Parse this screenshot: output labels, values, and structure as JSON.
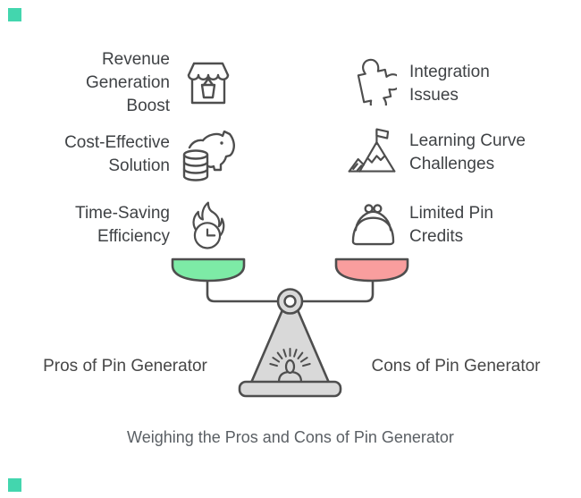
{
  "title": "Weighing the Pros and Cons of Pin Generator",
  "scale": {
    "left_label": "Pros of Pin Generator",
    "right_label": "Cons of Pin Generator",
    "left_pan_color": "#7DEBA6",
    "right_pan_color": "#F99E9E",
    "body_fill": "#D9D9D9",
    "outline": "#4E4E4E"
  },
  "pros": [
    {
      "label": "Revenue Generation Boost",
      "lines": [
        "Revenue",
        "Generation",
        "Boost"
      ],
      "icon": "storefront-icon"
    },
    {
      "label": "Cost-Effective Solution",
      "lines": [
        "Cost-Effective",
        "Solution"
      ],
      "icon": "piggy-bank-icon"
    },
    {
      "label": "Time-Saving Efficiency",
      "lines": [
        "Time-Saving",
        "Efficiency"
      ],
      "icon": "flaming-clock-icon"
    }
  ],
  "cons": [
    {
      "label": "Integration Issues",
      "lines": [
        "Integration",
        "Issues"
      ],
      "icon": "puzzle-piece-icon"
    },
    {
      "label": "Learning Curve Challenges",
      "lines": [
        "Learning Curve",
        "Challenges"
      ],
      "icon": "mountain-flag-icon"
    },
    {
      "label": "Limited Pin Credits",
      "lines": [
        "Limited Pin",
        "Credits"
      ],
      "icon": "coin-purse-icon"
    }
  ],
  "colors": {
    "item_text": "#3F4245",
    "label_text": "#474747",
    "caption_text": "#5A5F64",
    "accent_square": "#43D6AE",
    "icon_stroke": "#4E4E4E"
  }
}
